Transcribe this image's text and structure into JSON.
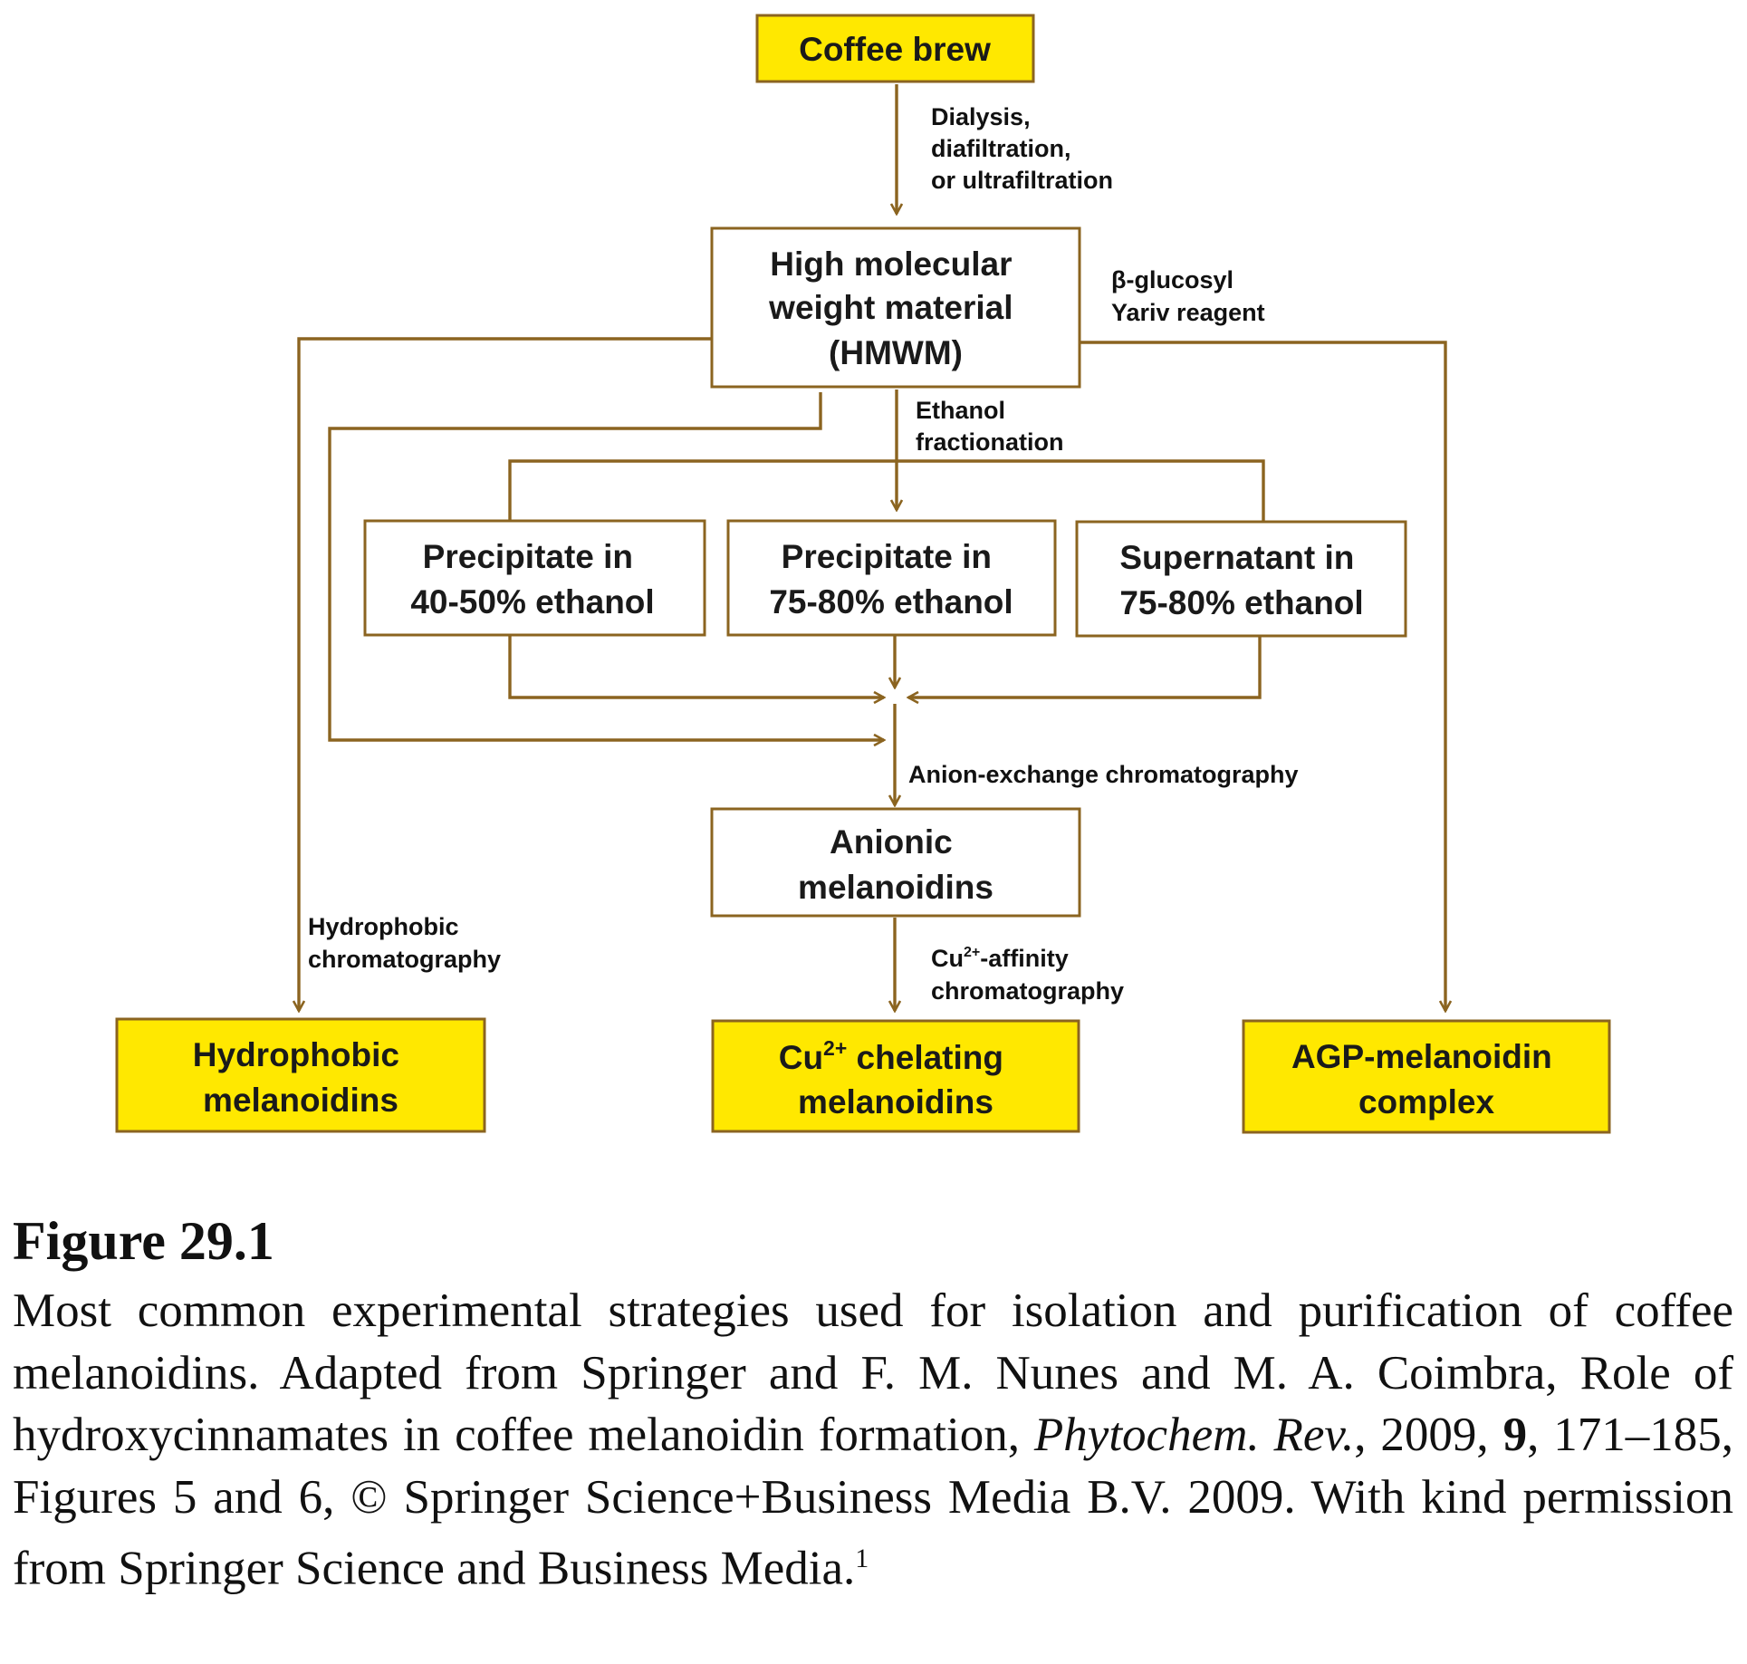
{
  "colors": {
    "arrow": "#8b6420",
    "highlight_fill": "#ffe800",
    "box_border": "#8b6420"
  },
  "nodes": {
    "coffee_brew": [
      "Coffee brew"
    ],
    "hmwm": [
      "High molecular",
      "weight material",
      "(HMWM)"
    ],
    "precip_40_50": [
      "Precipitate in",
      "40-50% ethanol"
    ],
    "precip_75_80": [
      "Precipitate in",
      "75-80% ethanol"
    ],
    "supernatant": [
      "Supernatant in",
      "75-80% ethanol"
    ],
    "anionic": [
      "Anionic",
      "melanoidins"
    ],
    "hydrophobic": [
      "Hydrophobic",
      "melanoidins"
    ],
    "cu_chelating": [
      "Cu",
      "2+",
      " chelating",
      "melanoidins"
    ],
    "agp": [
      "AGP-melanoidin",
      "complex"
    ]
  },
  "edge_labels": {
    "dialysis": [
      "Dialysis,",
      "diafiltration,",
      "or ultrafiltration"
    ],
    "yariv": [
      "β-glucosyl",
      "Yariv reagent"
    ],
    "ethanol": [
      "Ethanol",
      "fractionation"
    ],
    "anion_exchange": [
      "Anion-exchange chromatography"
    ],
    "hydrophobic_chrom": [
      "Hydrophobic",
      "chromatography"
    ],
    "cu_affinity": [
      "Cu",
      "2+",
      "-affinity",
      "chromatography"
    ]
  },
  "caption": {
    "title": "Figure 29.1",
    "text_before_journal": "Most common experimental strategies used for isolation and purification of coffee melanoidins. Adapted from Springer and F. M. Nunes and M. A. Coimbra, Role of hydroxycinnamates in coffee melanoidin formation, ",
    "journal": "Phytochem. Rev.",
    "comma1": ", 2009, ",
    "volume": "9",
    "text_after_volume": ", 171–185, Figures 5 and 6, © Springer Science+Business Media B.V. 2009. With kind permission from Springer Science and Business Media.",
    "footnote": "1"
  }
}
